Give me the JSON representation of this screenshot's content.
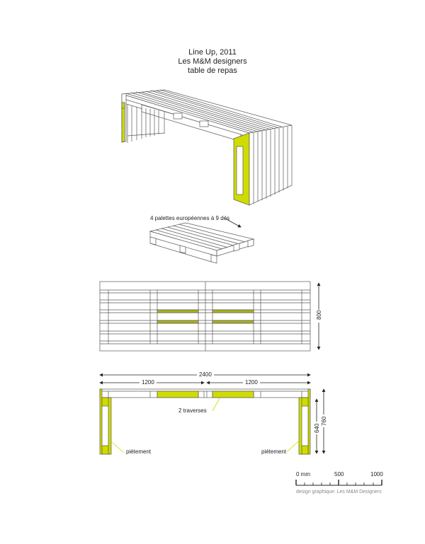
{
  "title": {
    "line1": "Line Up, 2011",
    "line2": "Les M&M designers",
    "line3": "table de repas"
  },
  "colors": {
    "accent_lime": "#cfdc00",
    "accent_dark_lime": "#a9b21c",
    "line": "#5a5a5a",
    "text": "#222222",
    "credit_text": "#888888"
  },
  "perspective_view": {
    "name": "table perspective"
  },
  "pallet_view": {
    "label": "4 palettes européennes à 9 dés"
  },
  "top_view": {
    "dimension_depth": "800"
  },
  "front_view": {
    "dimension_total": "2400",
    "dimension_left": "1200",
    "dimension_right": "1200",
    "dimension_inner_height": "640",
    "dimension_total_height": "760",
    "label_traverses": "2 traverses",
    "label_leg_left": "piétement",
    "label_leg_right": "piétement"
  },
  "scale_bar": {
    "tick_0": "0 mm",
    "tick_500": "500",
    "tick_1000": "1000",
    "credit": "design graphique: Les M&M Designers"
  }
}
